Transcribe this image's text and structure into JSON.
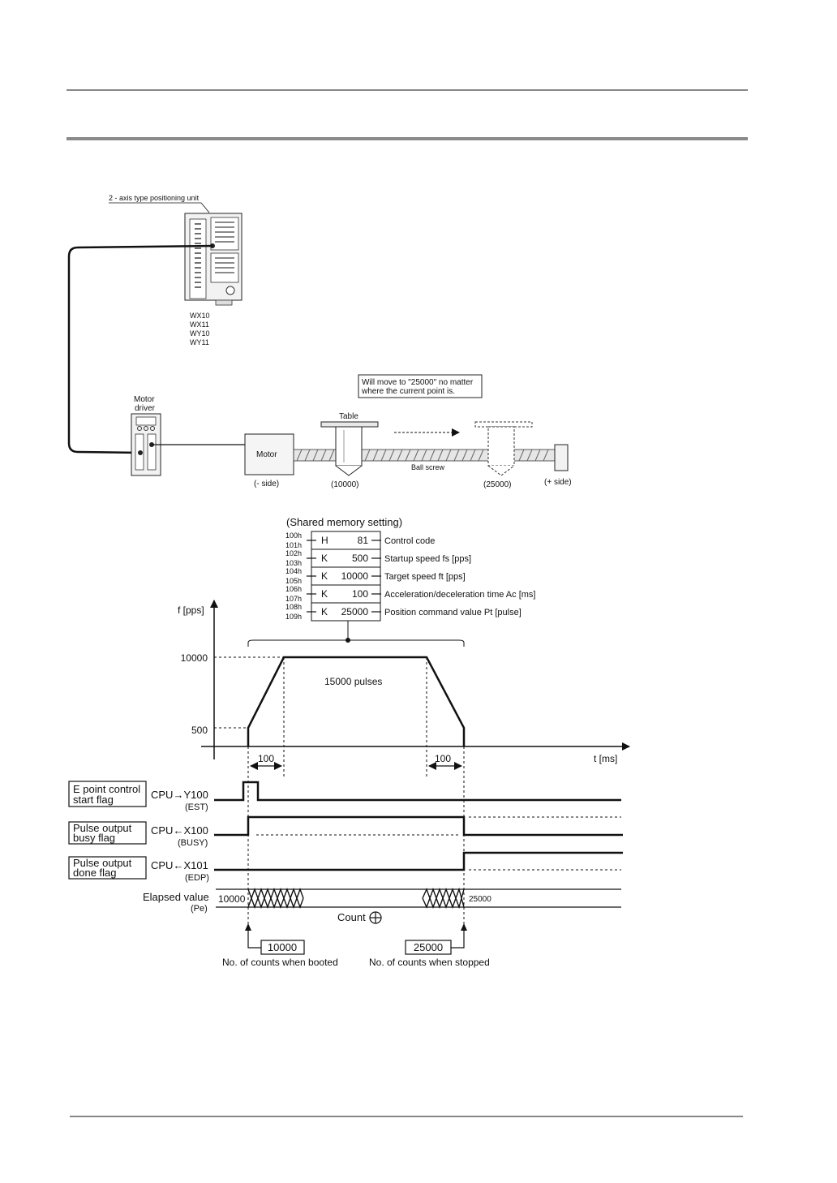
{
  "unit_diagram": {
    "unit_label": "2 - axis type positioning unit",
    "registers": [
      "WX10",
      "WX11",
      "WY10",
      "WY11"
    ],
    "motor_driver_label": [
      "Motor",
      "driver"
    ],
    "motor_label": "Motor",
    "table_label": "Table",
    "ball_screw_label": "Ball screw",
    "minus_side": "(- side)",
    "plus_side": "(+ side)",
    "start_position": "(10000)",
    "end_position": "(25000)",
    "note_lines": [
      "Will move to \"25000\" no matter",
      "where the current point is."
    ]
  },
  "shared_memory": {
    "title": "(Shared memory setting)",
    "rows": [
      {
        "addr1": "100h",
        "addr2": "101h",
        "type": "H",
        "value": "81",
        "desc": "Control code"
      },
      {
        "addr1": "102h",
        "addr2": "103h",
        "type": "K",
        "value": "500",
        "desc": "Startup speed fs [pps]"
      },
      {
        "addr1": "104h",
        "addr2": "105h",
        "type": "K",
        "value": "10000",
        "desc": "Target speed  ft [pps]"
      },
      {
        "addr1": "106h",
        "addr2": "107h",
        "type": "K",
        "value": "100",
        "desc": "Acceleration/deceleration time  Ac [ms]"
      },
      {
        "addr1": "108h",
        "addr2": "109h",
        "type": "K",
        "value": "25000",
        "desc": "Position command value Pt [pulse]"
      }
    ]
  },
  "speed_chart": {
    "y_axis_label": "f [pps]",
    "x_axis_label": "t [ms]",
    "y_ticks": [
      "10000",
      "500"
    ],
    "pulses_label": "15000 pulses",
    "accel_time": "100",
    "decel_time": "100"
  },
  "timing": {
    "signals": [
      {
        "name_lines": [
          "E point control",
          "start flag"
        ],
        "signal": "CPU→Y100",
        "alias": "(EST)"
      },
      {
        "name_lines": [
          "Pulse output",
          "busy flag"
        ],
        "signal": "CPU←X100",
        "alias": "(BUSY)"
      },
      {
        "name_lines": [
          "Pulse output",
          "done flag"
        ],
        "signal": "CPU←X101",
        "alias": "(EDP)"
      }
    ],
    "elapsed_label": "Elapsed value",
    "elapsed_alias": "(Pe)",
    "elapsed_start": "10000",
    "elapsed_end": "25000",
    "count_label": "Count",
    "boot_count": "10000",
    "boot_caption": "No. of counts when booted",
    "stop_count": "25000",
    "stop_caption": "No. of counts when stopped"
  }
}
